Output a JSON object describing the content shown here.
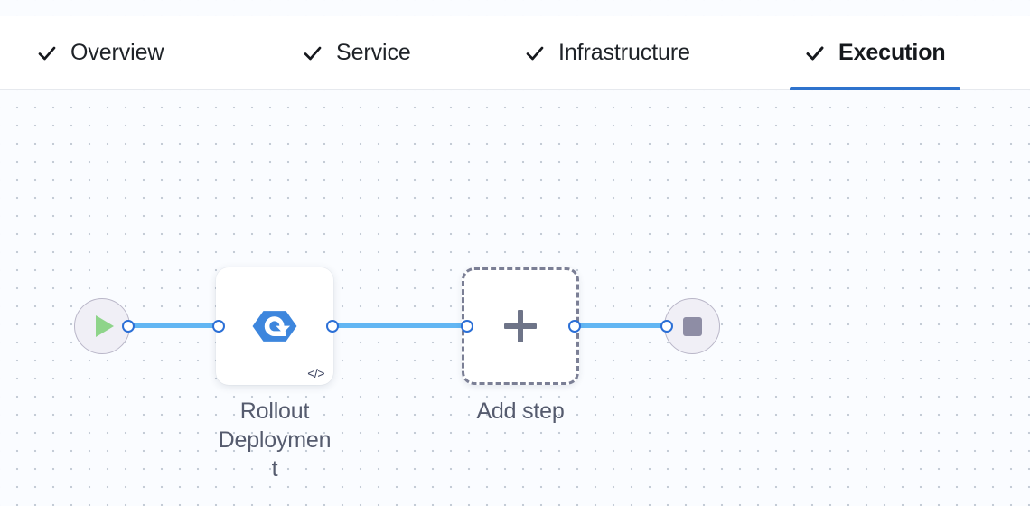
{
  "colors": {
    "canvas_bg": "#fafcff",
    "grid_dot": "#c3cbd6",
    "tab_active_underline": "#2f73cd",
    "tab_text": "#1f2328",
    "edge_line": "#62b6f3",
    "port_ring": "#2b6fd6",
    "node_label": "#555b6e",
    "terminal_fill": "#f0eff6",
    "terminal_border": "#b9b6c8",
    "play_green": "#8ed48a",
    "stop_gray": "#8e8da5",
    "rollout_icon_blue": "#3d86dd",
    "dashed_border": "#7b7f95"
  },
  "tabs": [
    {
      "id": "overview",
      "label": "Overview",
      "icon": "check-icon",
      "completed": true,
      "active": false
    },
    {
      "id": "service",
      "label": "Service",
      "icon": "check-icon",
      "completed": true,
      "active": false
    },
    {
      "id": "infrastructure",
      "label": "Infrastructure",
      "icon": "check-icon",
      "completed": true,
      "active": false
    },
    {
      "id": "execution",
      "label": "Execution",
      "icon": "check-icon",
      "completed": true,
      "active": true
    }
  ],
  "pipeline": {
    "start_node": {
      "icon": "play-icon",
      "label": ""
    },
    "end_node": {
      "icon": "stop-icon",
      "label": ""
    },
    "steps": [
      {
        "id": "rollout-deployment",
        "label": "Rollout Deployment",
        "icon": "rollout-deployment-icon",
        "badge": "</>",
        "badge_name": "code-badge-icon",
        "type": "solid"
      },
      {
        "id": "add-step",
        "label": "Add step",
        "icon": "plus-icon",
        "type": "dashed"
      }
    ],
    "edges": [
      {
        "id": "start-rollout",
        "from": "start",
        "to": "rollout"
      },
      {
        "id": "rollout-add",
        "from": "rollout",
        "to": "add-step"
      },
      {
        "id": "add-end",
        "from": "add-step",
        "to": "end"
      }
    ]
  }
}
